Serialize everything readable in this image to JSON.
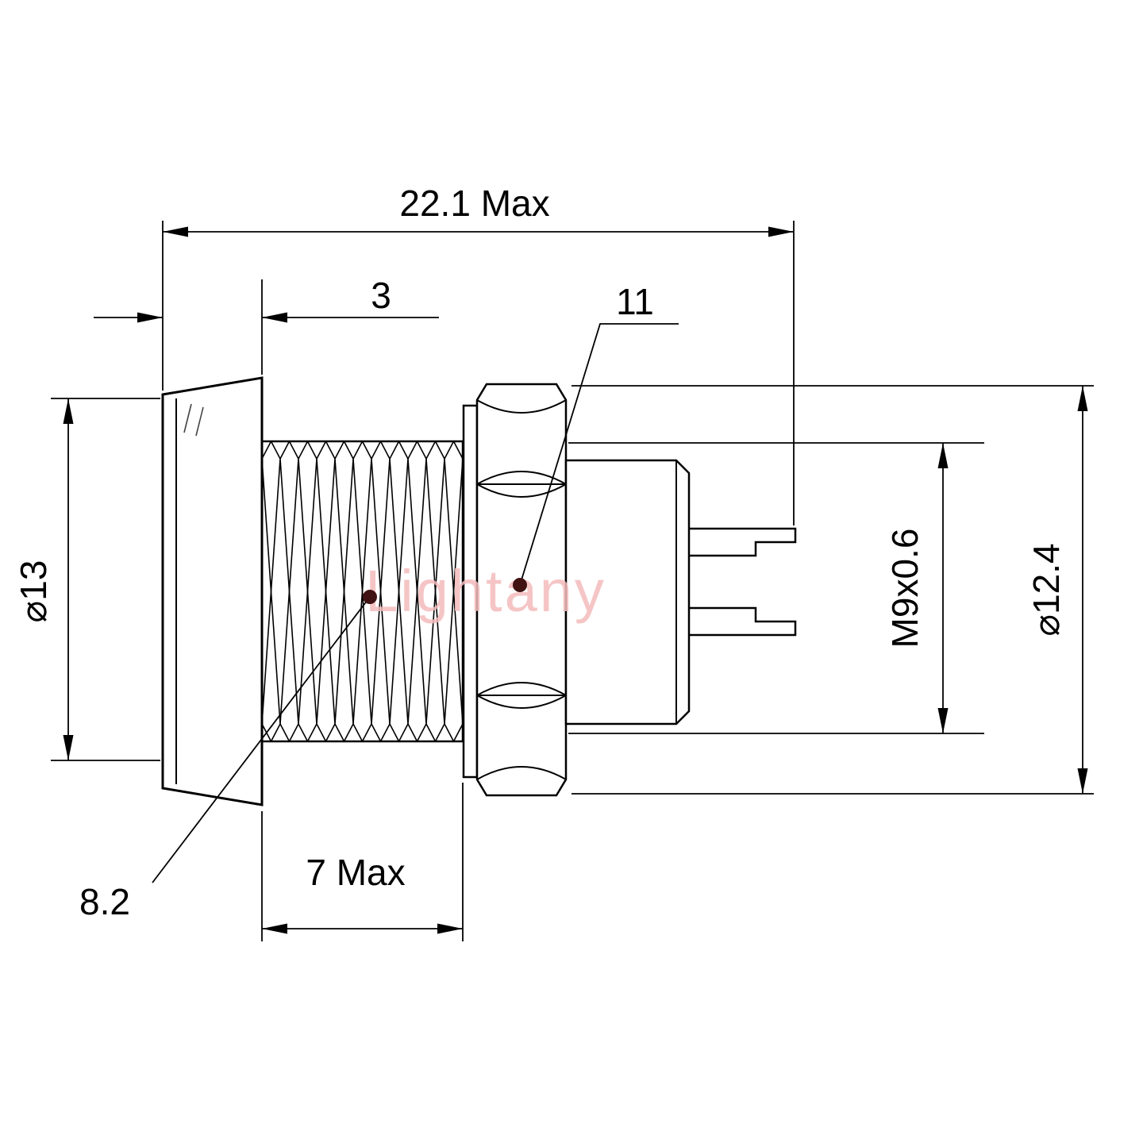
{
  "watermark": {
    "text": "Lightany",
    "color": "#f4bcbc"
  },
  "dims": {
    "overall": {
      "label": "22.1 Max"
    },
    "head_thickness": {
      "label": "3"
    },
    "hex_flats": {
      "label": "11"
    },
    "head_dia": {
      "label": "⌀13"
    },
    "thread": {
      "label": "M9x0.6"
    },
    "hex_corners_dia": {
      "label": "⌀12.4"
    },
    "hole": {
      "label": "8.2"
    },
    "thread_length": {
      "label": "7 Max"
    }
  },
  "colors": {
    "dot": "#401212"
  }
}
